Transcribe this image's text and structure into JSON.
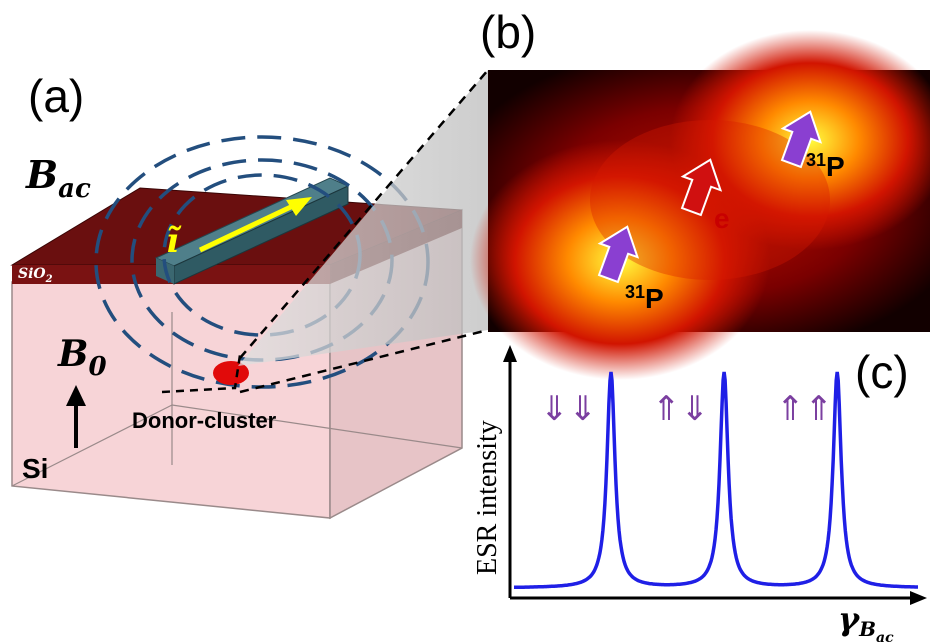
{
  "panels": {
    "a": "(a)",
    "b": "(b)",
    "c": "(c)"
  },
  "device": {
    "field_ac_main": "B",
    "field_ac_sub": "ac",
    "oxide_main": "SiO",
    "oxide_sub": "2",
    "current_symbol": "ĩ",
    "field_static_main": "B",
    "field_static_sub": "0",
    "substrate": "Si",
    "cluster": "Donor-cluster"
  },
  "zoom": {
    "donor_sup_1": "31",
    "donor_label_1": "P",
    "donor_sup_2": "31",
    "donor_label_2": "P",
    "electron_label": "e"
  },
  "spectrum": {
    "ylabel": "ESR intensity",
    "xlabel_main": "γ",
    "xlabel_sub": "B",
    "xlabel_subsub": "ac",
    "peak_labels": [
      "⇓⇓",
      "⇑⇓",
      "⇑⇑"
    ]
  },
  "colors": {
    "spectrum_line": "#1f1fe6",
    "spin_arrow": "#8a3fd1",
    "oxide": "#5a0b0b",
    "substrate": "#f6d6d8",
    "field_rings": "#234e7e"
  },
  "chart_data": {
    "type": "line",
    "title": "",
    "xlabel": "γBac",
    "ylabel": "ESR intensity",
    "series": [
      {
        "peak_positions": [
          0.24,
          0.52,
          0.8
        ],
        "peak_heights": [
          1.0,
          1.0,
          1.0
        ],
        "shape": "lorentzian"
      }
    ]
  }
}
